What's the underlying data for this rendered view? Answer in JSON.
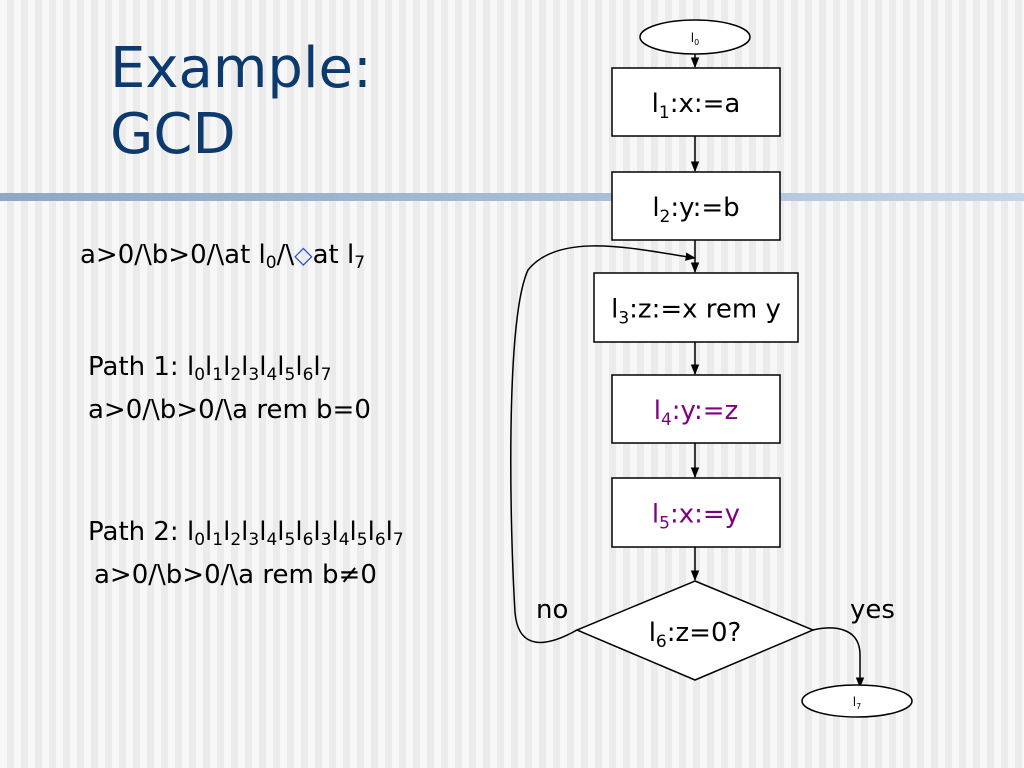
{
  "title": {
    "line1": "Example:",
    "line2": "GCD"
  },
  "spec": {
    "pre": "a>0/\\b>0/\\at l",
    "sub0": "0",
    "mid": "/\\",
    "diamond": "◇",
    "post": "at l",
    "sub7": "7"
  },
  "path1": {
    "label": "Path 1: ",
    "seq": [
      "0",
      "1",
      "2",
      "3",
      "4",
      "5",
      "6",
      "7"
    ],
    "condition": "a>0/\\b>0/\\a rem b=0"
  },
  "path2": {
    "label": "Path 2: ",
    "seq": [
      "0",
      "1",
      "2",
      "3",
      "4",
      "5",
      "6",
      "3",
      "4",
      "5",
      "6",
      "7"
    ],
    "condition": "a>0/\\b>0/\\a rem b≠0"
  },
  "flowchart": {
    "start": {
      "letter": "l",
      "sub": "0"
    },
    "end": {
      "letter": "l",
      "sub": "7"
    },
    "boxes": [
      {
        "letter": "l",
        "sub": "1",
        "text": ":x:=a",
        "color": "#000000"
      },
      {
        "letter": "l",
        "sub": "2",
        "text": ":y:=b",
        "color": "#000000"
      },
      {
        "letter": "l",
        "sub": "3",
        "text": ":z:=x rem y",
        "color": "#000000"
      },
      {
        "letter": "l",
        "sub": "4",
        "text": ":y:=z",
        "color": "#800080"
      },
      {
        "letter": "l",
        "sub": "5",
        "text": ":x:=y",
        "color": "#800080"
      }
    ],
    "decision": {
      "letter": "l",
      "sub": "6",
      "text": ":z=0?"
    },
    "no_label": "no",
    "yes_label": "yes"
  }
}
